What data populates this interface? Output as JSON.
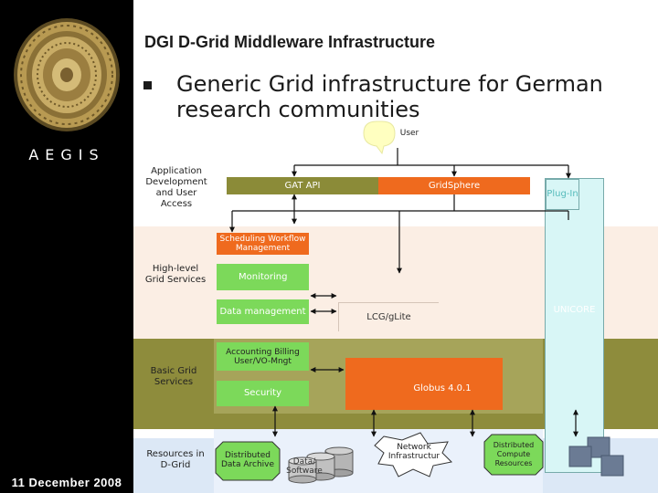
{
  "slide": {
    "title": "DGI D-Grid Middleware Infrastructure",
    "bullet": "Generic Grid infrastructure for German research communities",
    "aegis": "AEGIS",
    "date": "11 December 2008"
  },
  "diagram": {
    "user": "User",
    "layers": {
      "access": "Application Development and User Access",
      "high_level": "High-level Grid Services",
      "basic": "Basic Grid Services",
      "resources": "Resources in D-Grid"
    },
    "boxes": {
      "gat_api": "GAT API",
      "gridsphere": "GridSphere",
      "plugin": "Plug-In",
      "scheduling": "Scheduling Workflow Management",
      "monitoring": "Monitoring",
      "data_management": "Data management",
      "lcg": "LCG/gLite",
      "unicore": "UNICORE",
      "accounting": "Accounting Billing User/VO-Mngt",
      "security": "Security",
      "globus": "Globus 4.0.1",
      "distributed_data": "Distributed Data Archive",
      "data_software": "Data/ Software",
      "network": "Network Infrastructur",
      "distributed_compute": "Distributed Compute Resources"
    },
    "colors": {
      "olive": "#8b8b38",
      "orange": "#ef6a1e",
      "green": "#7cd95a",
      "cyan": "#d8f6f6",
      "band_peach": "#fbeee4",
      "band_olive": "#8e8c3c",
      "band_blue": "#dce8f6"
    }
  }
}
